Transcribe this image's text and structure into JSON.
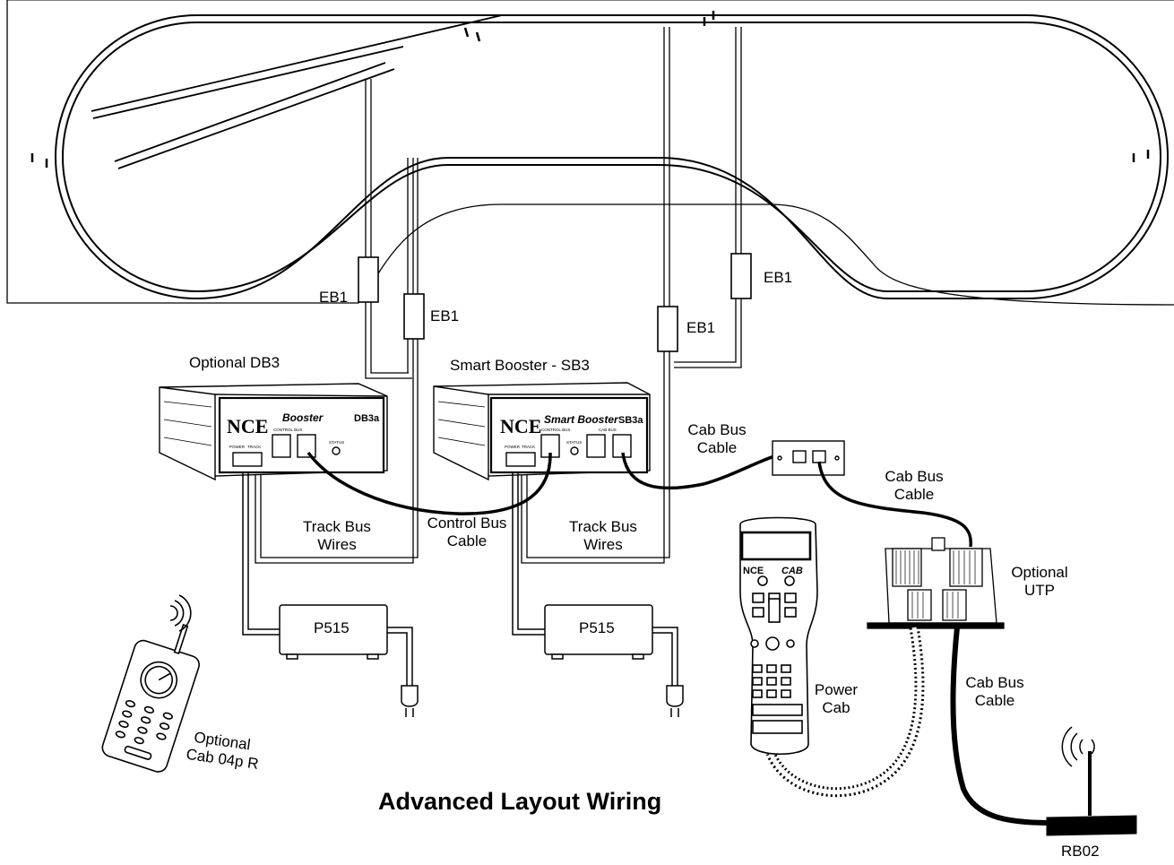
{
  "title": "Advanced Layout Wiring",
  "labels": {
    "eb1_a": "EB1",
    "eb1_b": "EB1",
    "eb1_c": "EB1",
    "eb1_d": "EB1",
    "optional_db3": "Optional DB3",
    "smart_booster": "Smart Booster - SB3",
    "track_bus_wires_1": [
      "Track Bus",
      "Wires"
    ],
    "track_bus_wires_2": [
      "Track Bus",
      "Wires"
    ],
    "control_bus_cable": [
      "Control Bus",
      "Cable"
    ],
    "cab_bus_cable_1": [
      "Cab Bus",
      "Cable"
    ],
    "cab_bus_cable_2": [
      "Cab Bus",
      "Cable"
    ],
    "cab_bus_cable_3": [
      "Cab Bus",
      "Cable"
    ],
    "optional_utp": [
      "Optional",
      "UTP"
    ],
    "power_cab": [
      "Power",
      "Cab"
    ],
    "p515_a": "P515",
    "p515_b": "P515",
    "optional_cab04": [
      "Optional",
      "Cab 04p R"
    ],
    "rb02": "RB02"
  },
  "device_text": {
    "db3_brand": "NCE",
    "db3_name": "Booster",
    "db3_model": "DB3a",
    "sb3_brand": "NCE",
    "sb3_name": "Smart Booster",
    "sb3_model": "SB3a",
    "power_cab_brand": "NCE",
    "power_cab_name": "CAB",
    "control_bus_port": "CONTROL BUS",
    "status": "STATUS",
    "power_port": "POWER",
    "track_port": "TRACK",
    "cab_bus_port": "CAB BUS"
  }
}
